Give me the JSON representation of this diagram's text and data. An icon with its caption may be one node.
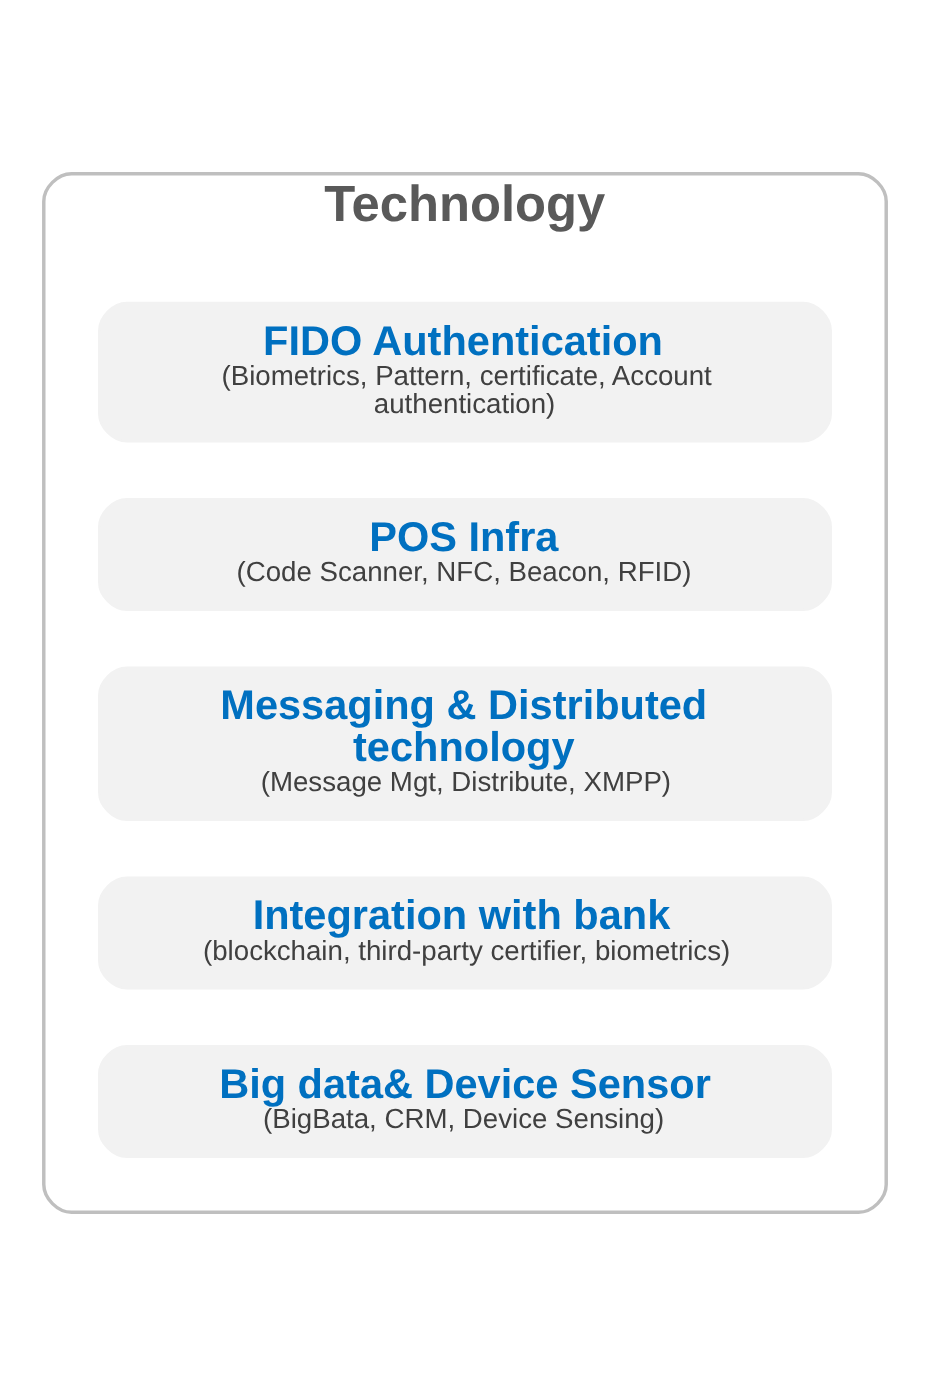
{
  "diagram": {
    "nodes": [
      {
        "text": [
          "Technology"
        ]
      },
      {
        "text": [
          "FIDO Authentication",
          "(Biometrics, Pattern, certificate, Account authentication)"
        ],
        "in": 0
      },
      {
        "text": [
          "POS Infra",
          "(Code Scanner, NFC, Beacon, RFID)"
        ],
        "in": 0
      },
      {
        "text": [
          "Messaging & Distributed technology",
          "(Message Mgt, Distribute, XMPP)"
        ],
        "in": 0
      },
      {
        "text": [
          "Integration with bank",
          "(blockchain, third-party certifier, biometrics)"
        ],
        "in": 0
      },
      {
        "text": [
          "Big data& Device Sensor",
          "(BigBata, CRM, Device Sensing)"
        ],
        "in": 0
      }
    ],
    "edges": []
  }
}
